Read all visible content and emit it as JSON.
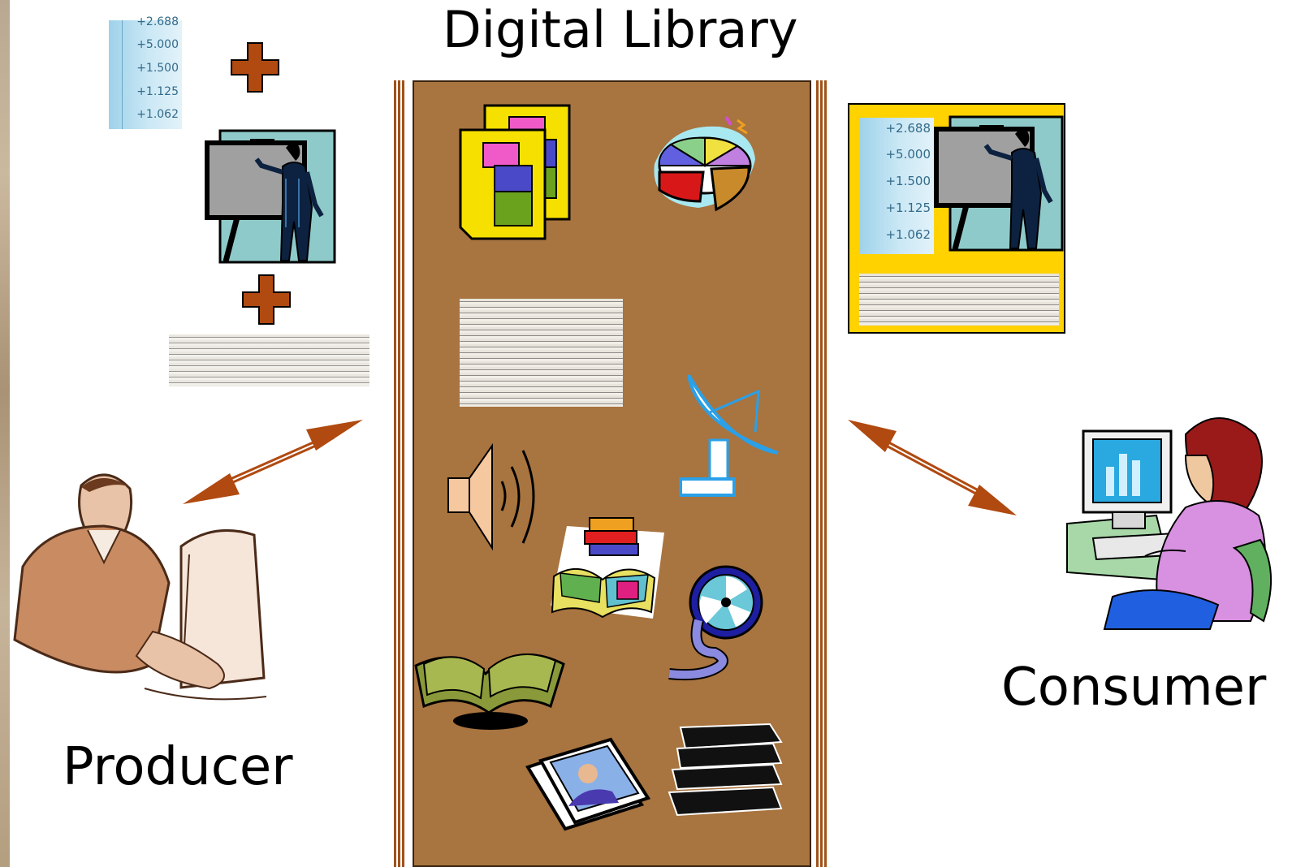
{
  "title": "Digital Library",
  "labels": {
    "producer": "Producer",
    "consumer": "Consumer"
  },
  "spreadsheet_values": [
    "+2.688",
    "+5.000",
    "+1.500",
    "+1.125",
    "+1.062"
  ],
  "colors": {
    "shelf": "#a8743f",
    "arrow": "#b04a10",
    "plus": "#b04a10",
    "composite_bg": "#ffd200"
  },
  "icons": [
    "spreadsheet-image",
    "presenter-icon",
    "book-page-image",
    "folder-documents-icon",
    "pie-chart-icon",
    "satellite-dish-icon",
    "speaker-icon",
    "book-stack-icon",
    "film-reel-icon",
    "open-book-icon",
    "photo-portrait-icon",
    "tape-stack-icon",
    "producer-person-icon",
    "consumer-person-icon"
  ]
}
